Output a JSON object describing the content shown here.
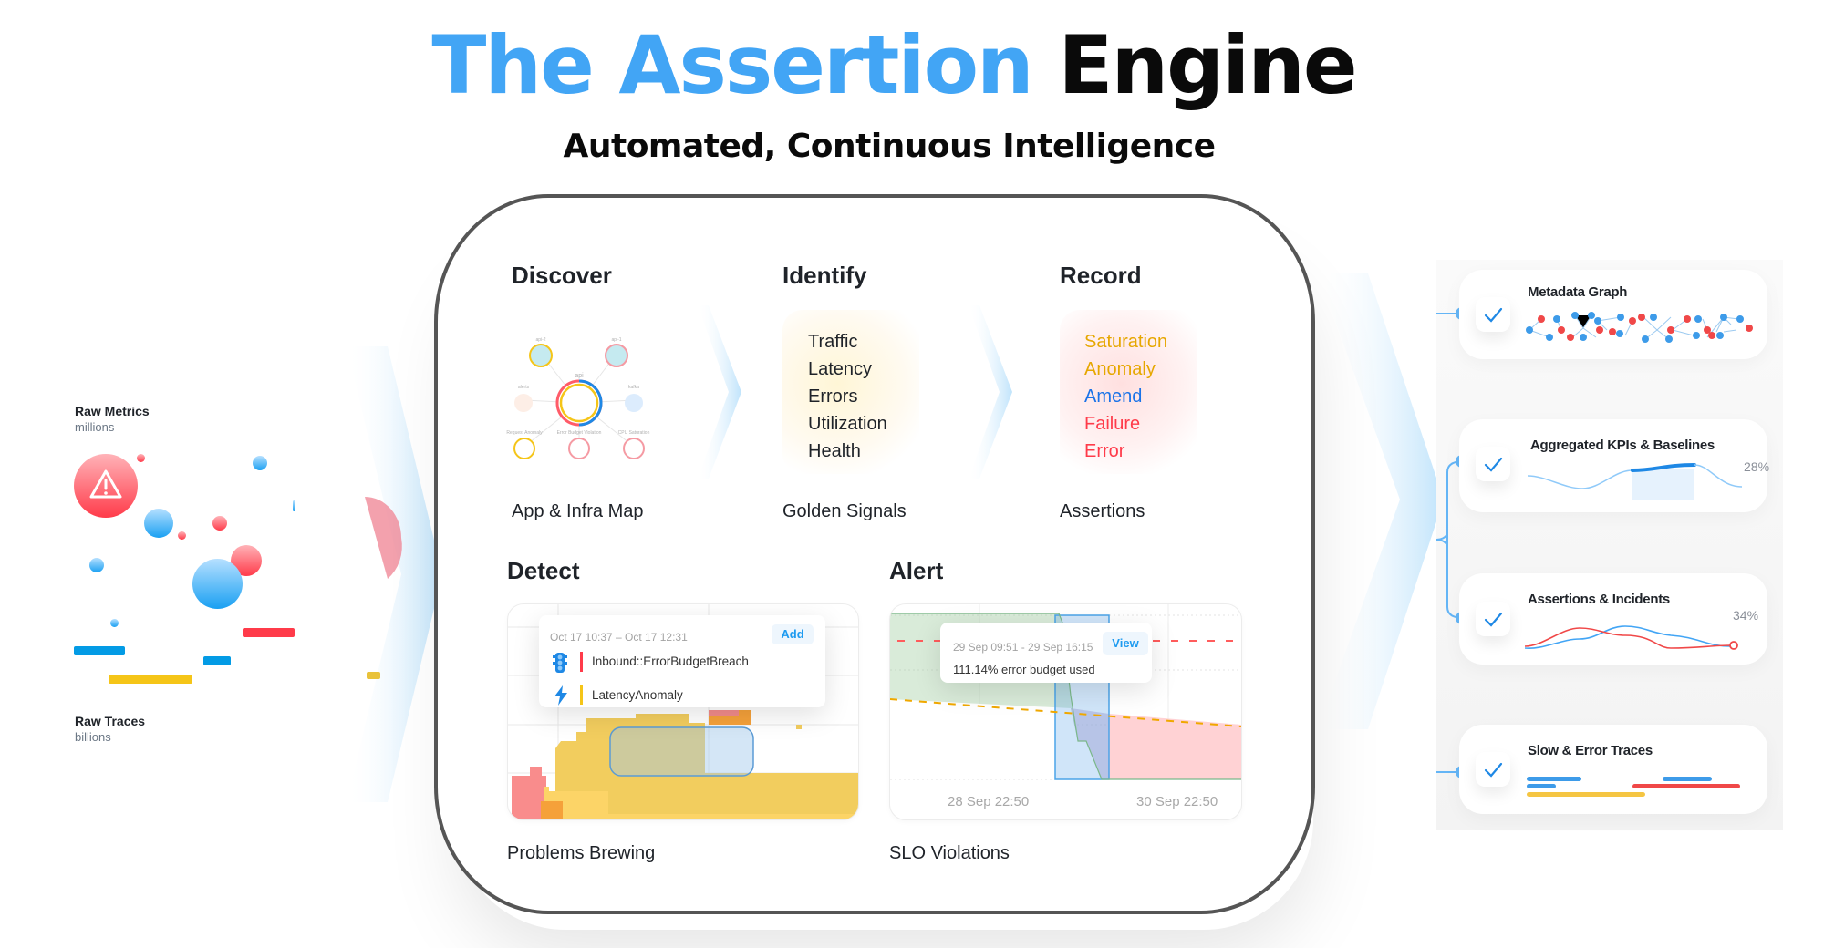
{
  "header": {
    "title_part1": "The Assertion",
    "title_part2": "Engine",
    "subtitle": "Automated, Continuous Intelligence"
  },
  "colors": {
    "brand_blue": "#42a5f5",
    "title_black": "#0a0a0a",
    "frame_border": "#555555",
    "amber": "#e6a700",
    "blue": "#1a73e8",
    "red": "#ff3b4a",
    "yellow": "#f5c518"
  },
  "inputs": {
    "raw_metrics": {
      "label": "Raw Metrics",
      "scale": "millions"
    },
    "raw_traces": {
      "label": "Raw Traces",
      "scale": "billions"
    }
  },
  "steps": {
    "discover": {
      "heading": "Discover",
      "caption": "App & Infra Map",
      "nodes": {
        "center": "api",
        "top_left": "api-2",
        "top_right": "api-1",
        "left": "alerts",
        "right": "kafka",
        "bottom_left": "Request Anomaly",
        "bottom_center": "Error Budget Violation",
        "bottom_right": "CPU Saturation"
      }
    },
    "identify": {
      "heading": "Identify",
      "caption": "Golden Signals",
      "signals": [
        "Traffic",
        "Latency",
        "Errors",
        "Utilization",
        "Health"
      ]
    },
    "record": {
      "heading": "Record",
      "caption": "Assertions",
      "assertions": [
        {
          "label": "Saturation",
          "color": "#e6a700"
        },
        {
          "label": "Anomaly",
          "color": "#e6a700"
        },
        {
          "label": "Amend",
          "color": "#1a73e8"
        },
        {
          "label": "Failure",
          "color": "#ff3b4a"
        },
        {
          "label": "Error",
          "color": "#ff3b4a"
        }
      ]
    },
    "detect": {
      "heading": "Detect",
      "caption": "Problems Brewing",
      "tooltip": {
        "date_range": "Oct 17 10:37 – Oct 17 12:31",
        "button": "Add",
        "rows": [
          {
            "icon": "traffic-light-icon",
            "label": "Inbound::ErrorBudgetBreach",
            "severity_color": "#ff3b4a"
          },
          {
            "icon": "lightning-icon",
            "label": "LatencyAnomaly",
            "severity_color": "#f5c518"
          }
        ]
      }
    },
    "alert": {
      "heading": "Alert",
      "caption": "SLO Violations",
      "tooltip": {
        "date_range": "29 Sep 09:51 - 29 Sep 16:15",
        "button": "View",
        "message": "111.14% error budget used"
      },
      "x_ticks": [
        "28 Sep 22:50",
        "30 Sep 22:50"
      ]
    }
  },
  "outputs": [
    {
      "title": "Metadata Graph"
    },
    {
      "title": "Aggregated KPIs & Baselines",
      "percent": "28%"
    },
    {
      "title": "Assertions & Incidents",
      "percent": "34%"
    },
    {
      "title": "Slow & Error Traces"
    }
  ]
}
